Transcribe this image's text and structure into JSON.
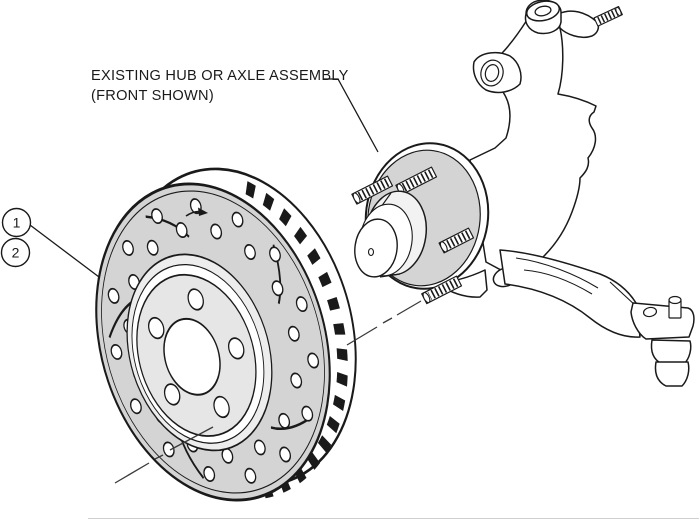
{
  "figure": {
    "type": "technical-illustration-exploded-view",
    "subject": "drilled-slotted-brake-rotor-and-hub-knuckle",
    "labels": {
      "assembly_note_line1": "EXISTING HUB OR AXLE ASSEMBLY",
      "assembly_note_line2": "(FRONT SHOWN)"
    },
    "callouts": [
      {
        "number": "1"
      },
      {
        "number": "2"
      }
    ],
    "colors": {
      "line": "#1a1a1a",
      "rotor_face": "#d4d4d4",
      "rotor_hat": "#e6e6e6",
      "transition_band": "#ededed",
      "flange": "#d4d4d4",
      "background": "#ffffff",
      "centerline": "#3a3a3a",
      "footer_rule": "#d0d0d0"
    }
  }
}
